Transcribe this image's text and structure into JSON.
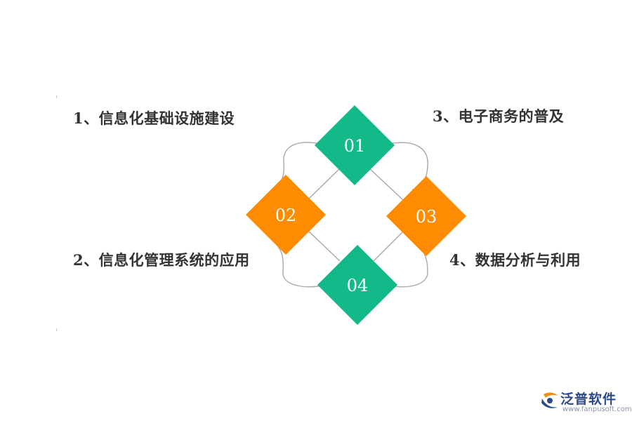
{
  "items": [
    {
      "number": "01",
      "label": "1、信息化基础设施建设"
    },
    {
      "number": "02",
      "label": "2、信息化管理系统的应用"
    },
    {
      "number": "03",
      "label": "3、电子商务的普及"
    },
    {
      "number": "04",
      "label": "4、数据分析与利用"
    }
  ],
  "colors": {
    "green": "#14b98a",
    "orange": "#ff8c00",
    "connector": "#a8a8a8",
    "text": "#333333"
  },
  "logo": {
    "name": "泛普软件",
    "url": "www.fanpusoft.com"
  }
}
